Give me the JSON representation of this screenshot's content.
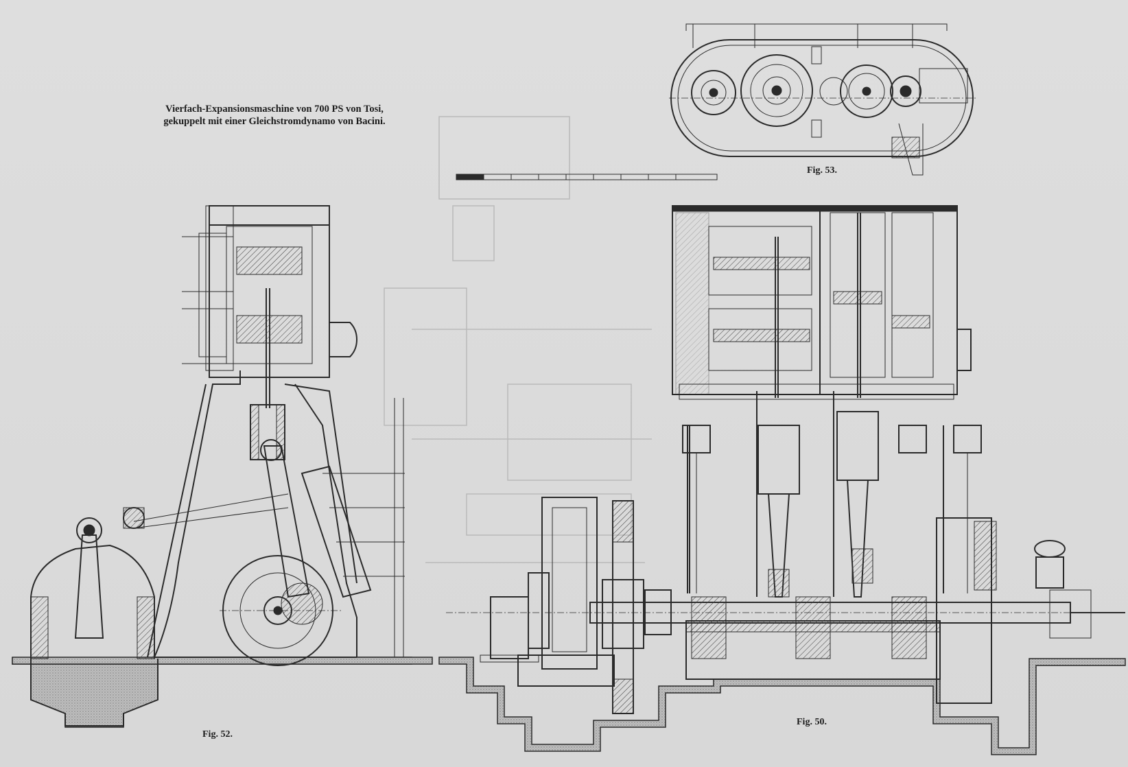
{
  "caption": {
    "line1": "Vierfach-Expansionsmaschine von 700 PS von Tosi,",
    "line2": "gekuppelt mit einer Gleichstromdynamo von Bacini."
  },
  "figures": {
    "fig52": "Fig. 52.",
    "fig50": "Fig. 50.",
    "fig53": "Fig. 53."
  }
}
